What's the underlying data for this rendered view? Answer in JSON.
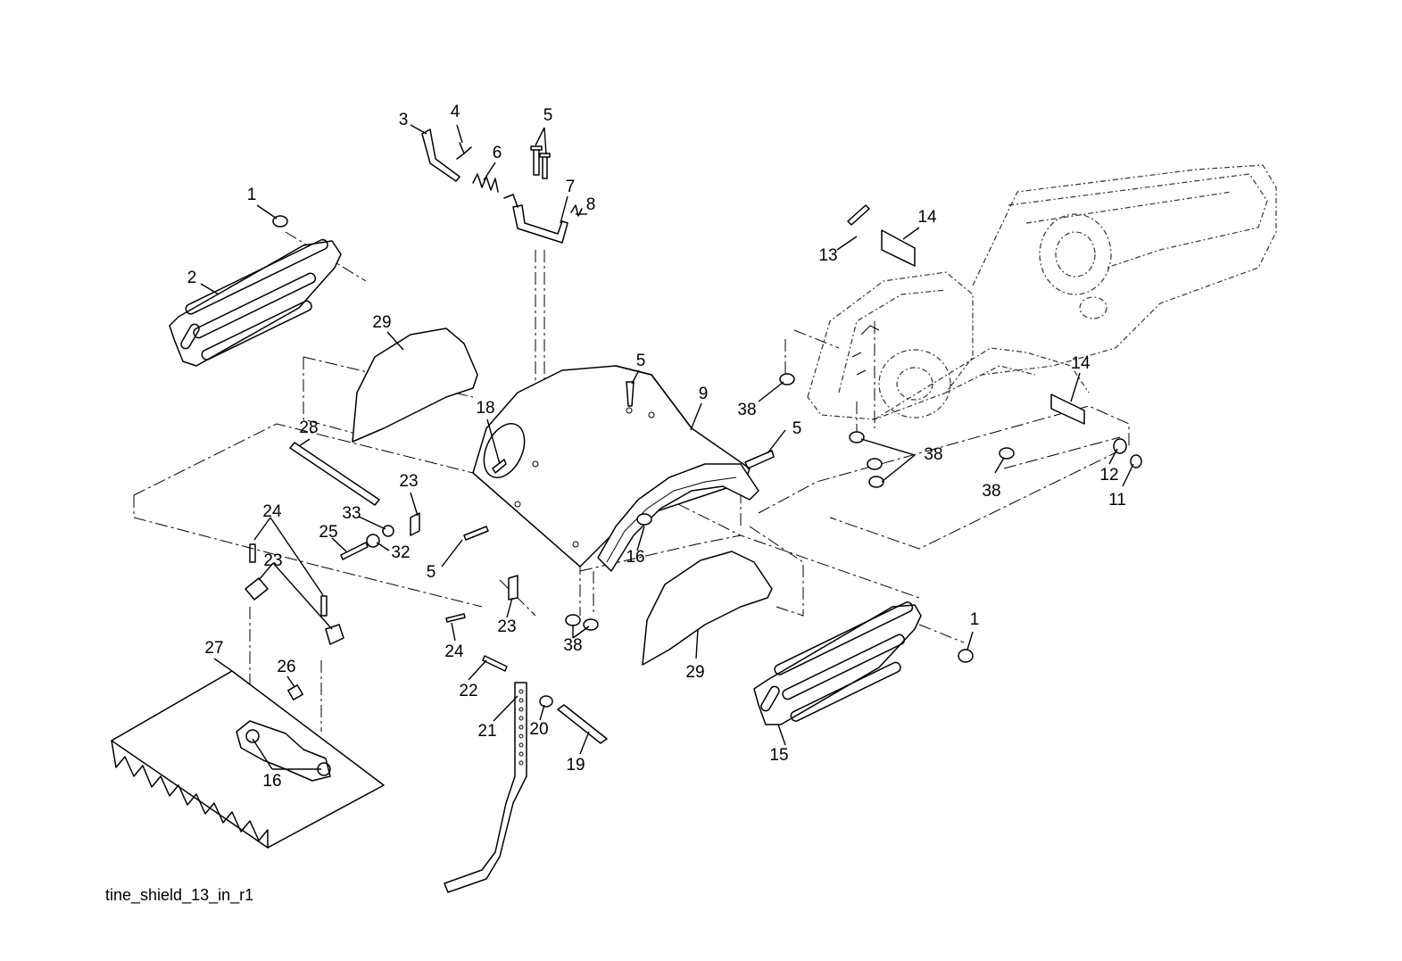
{
  "caption": "tine_shield_13_in_r1",
  "callouts": [
    {
      "label": "1"
    },
    {
      "label": "2"
    },
    {
      "label": "3"
    },
    {
      "label": "4"
    },
    {
      "label": "5"
    },
    {
      "label": "6"
    },
    {
      "label": "7"
    },
    {
      "label": "8"
    },
    {
      "label": "29"
    },
    {
      "label": "5"
    },
    {
      "label": "9"
    },
    {
      "label": "18"
    },
    {
      "label": "28"
    },
    {
      "label": "23"
    },
    {
      "label": "24"
    },
    {
      "label": "33"
    },
    {
      "label": "25"
    },
    {
      "label": "32"
    },
    {
      "label": "23"
    },
    {
      "label": "5"
    },
    {
      "label": "23"
    },
    {
      "label": "24"
    },
    {
      "label": "38"
    },
    {
      "label": "16"
    },
    {
      "label": "5"
    },
    {
      "label": "27"
    },
    {
      "label": "26"
    },
    {
      "label": "16"
    },
    {
      "label": "22"
    },
    {
      "label": "21"
    },
    {
      "label": "20"
    },
    {
      "label": "19"
    },
    {
      "label": "29"
    },
    {
      "label": "15"
    },
    {
      "label": "1"
    },
    {
      "label": "13"
    },
    {
      "label": "14"
    },
    {
      "label": "38"
    },
    {
      "label": "38"
    },
    {
      "label": "14"
    },
    {
      "label": "38"
    },
    {
      "label": "12"
    },
    {
      "label": "11"
    }
  ]
}
